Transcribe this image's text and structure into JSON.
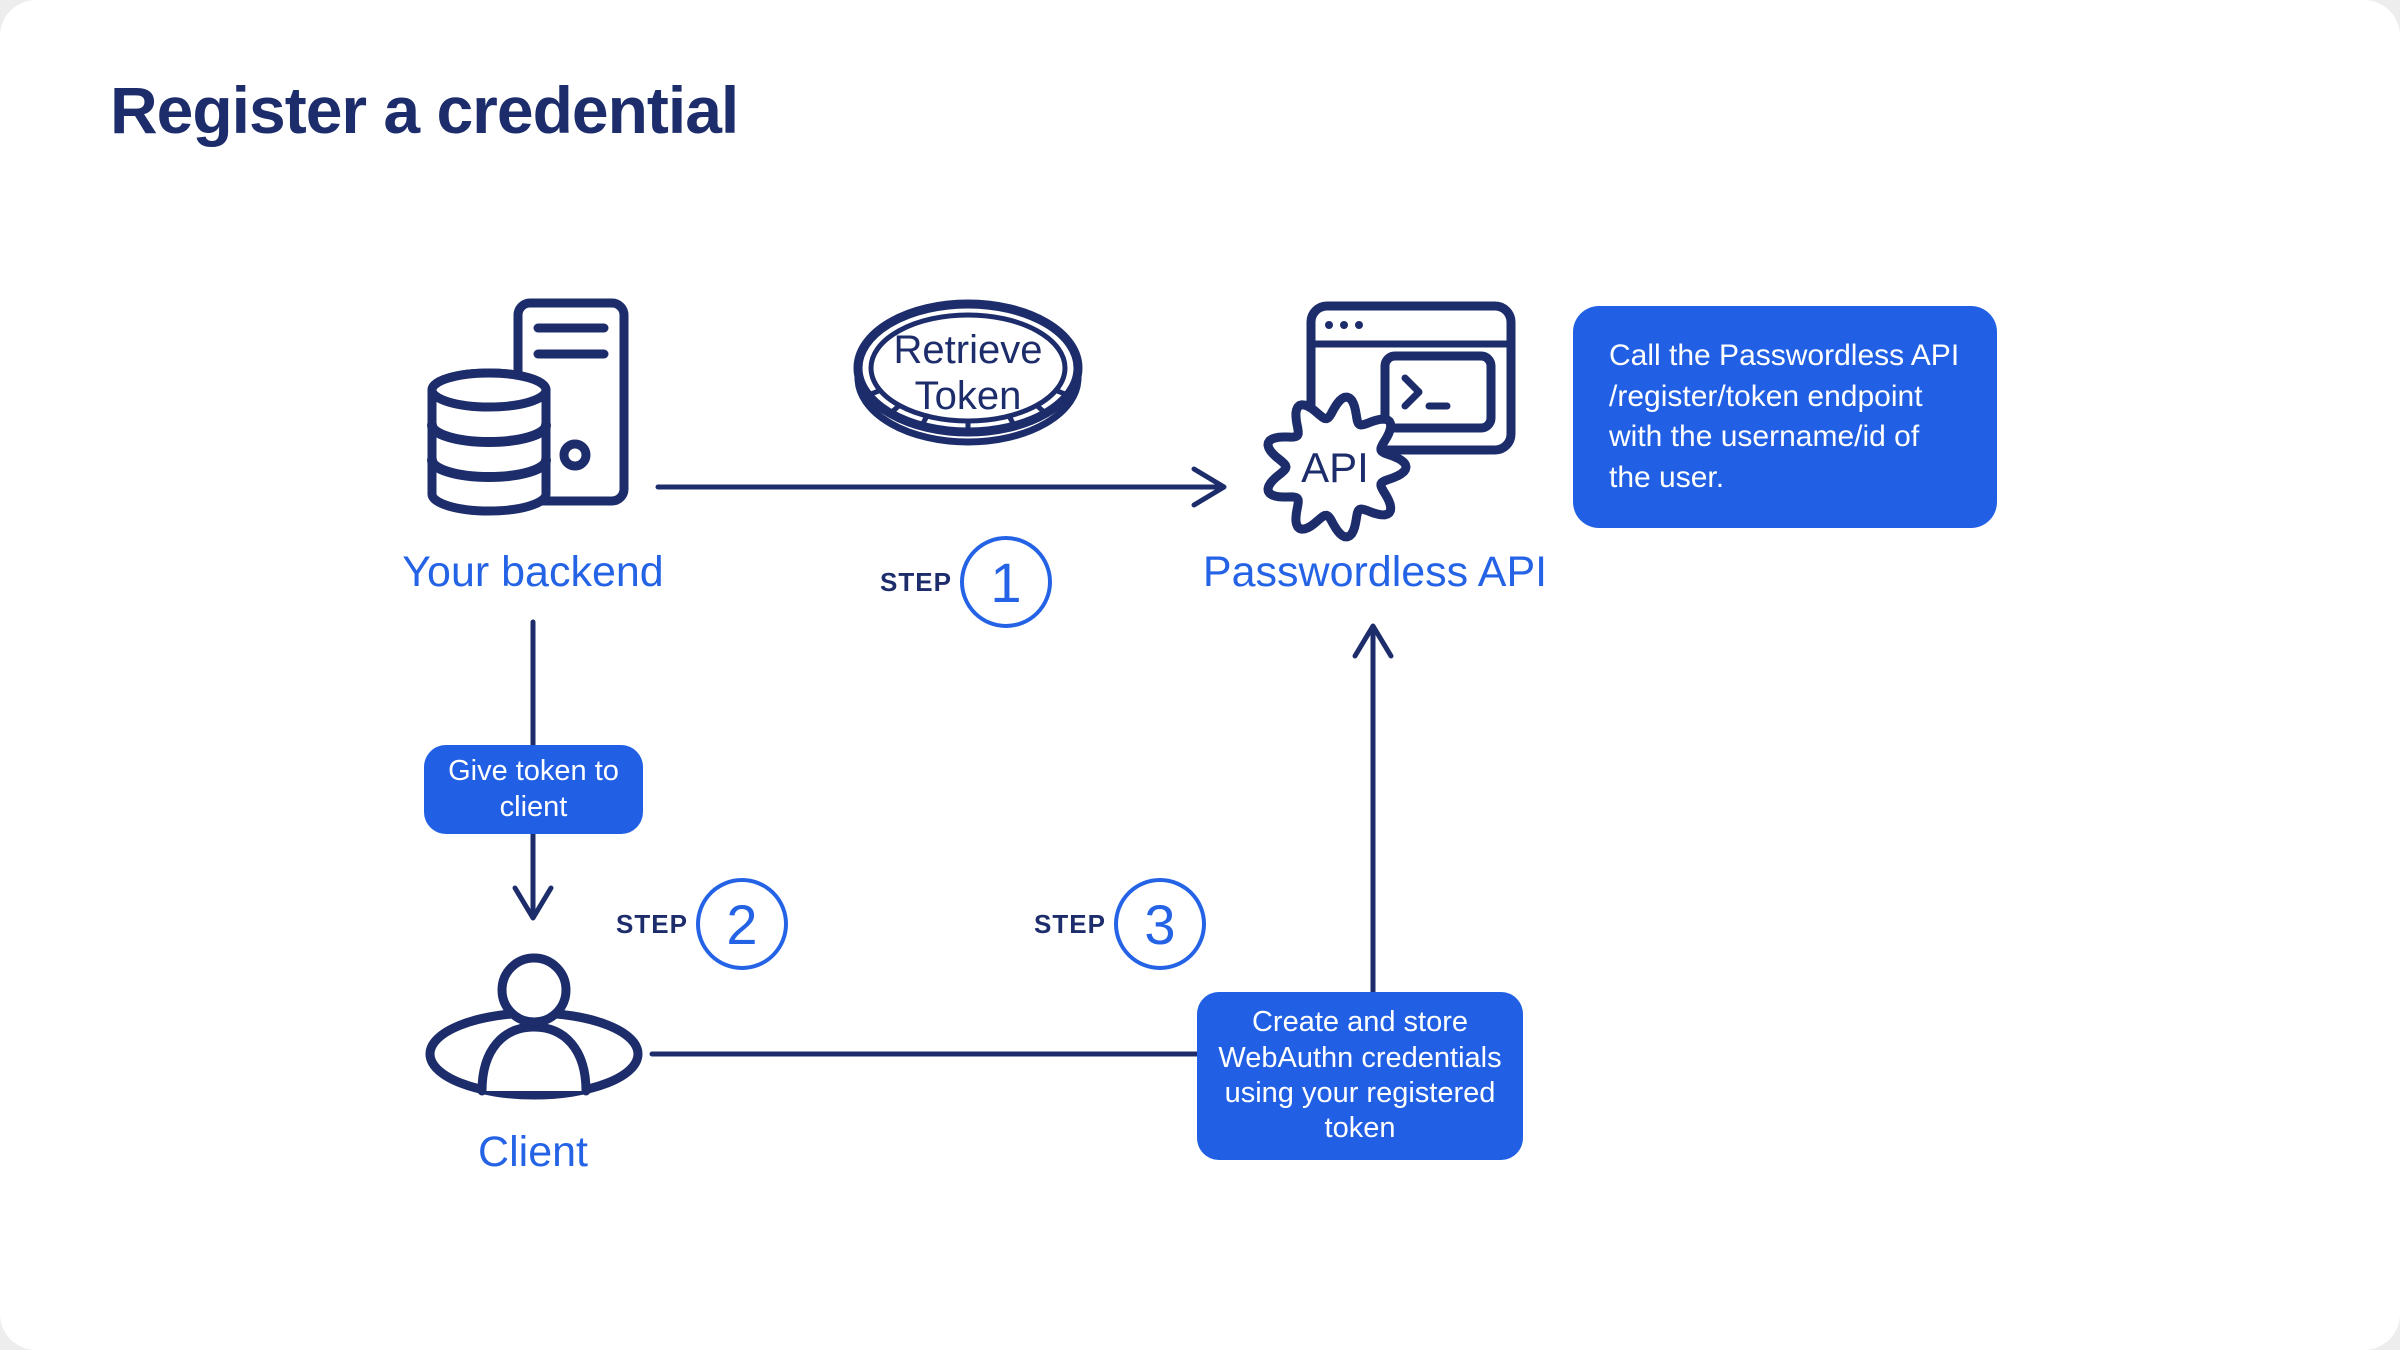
{
  "page": {
    "title": "Register a credential"
  },
  "nodes": {
    "backend": {
      "label": "Your backend"
    },
    "api": {
      "label": "Passwordless API",
      "gear_text": "API"
    },
    "client": {
      "label": "Client"
    },
    "token_coin": {
      "line1": "Retrieve",
      "line2": "Token"
    }
  },
  "steps": [
    {
      "word": "STEP",
      "number": "1"
    },
    {
      "word": "STEP",
      "number": "2"
    },
    {
      "word": "STEP",
      "number": "3"
    }
  ],
  "callouts": {
    "call_api": "Call the Passwordless API /register/token endpoint with the username/id of the user.",
    "give_token": "Give token to client",
    "create_store": "Create and store WebAuthn credentials using your registered token"
  },
  "colors": {
    "navy": "#1d2d6b",
    "blue": "#2463e6",
    "box_blue": "#2160e4"
  }
}
